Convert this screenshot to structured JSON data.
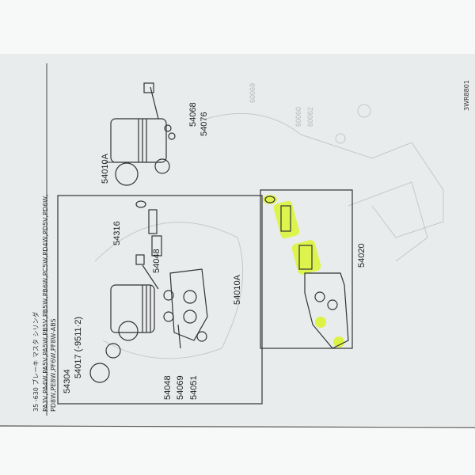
{
  "header": {
    "section": "35 -630 ブレーキ マスタ シリンダ",
    "models_line1": "PA3V,PA4W,PA5V,PA5W,PB5V,PB5W,PB6W,PC5W,PD4W,PD5V,PD6W,",
    "models_line2": "PD8W,PE8W,PF6W,PF8W-ABS"
  },
  "figure_code": "3WR8801",
  "callouts": {
    "top_assembly": "54010A",
    "p54068": "54068",
    "p54076": "54076",
    "p54316": "54316",
    "p54048_a": "54048",
    "p54048_b": "54048",
    "p54069": "54069",
    "p54051": "54051",
    "p54304": "54304",
    "p54017": "54017 (-9511·2)",
    "box_assembly": "54010A",
    "p54020": "54020"
  },
  "highlight_color": "#d8f51a"
}
